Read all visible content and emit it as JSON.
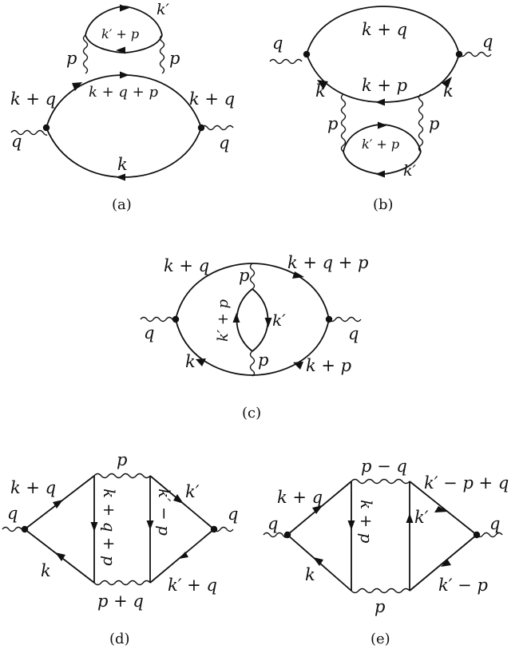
{
  "diagrams": {
    "a": {
      "caption": "(a)",
      "labels": {
        "kprime": "k′",
        "kprime_p": "k′ + p",
        "p_left": "p",
        "p_right": "p",
        "kq_left": "k + q",
        "kqp": "k + q + p",
        "kq_right": "k + q",
        "q_left": "q",
        "q_right": "q",
        "k": "k"
      }
    },
    "b": {
      "caption": "(b)",
      "labels": {
        "kq": "k + q",
        "q_left": "q",
        "q_right": "q",
        "k_left": "k",
        "kp": "k + p",
        "k_right": "k",
        "p_left": "p",
        "p_right": "p",
        "kprime_p": "k′ + p",
        "kprime": "k′"
      }
    },
    "c": {
      "caption": "(c)",
      "labels": {
        "kq": "k + q",
        "kqp": "k + q + p",
        "p_top": "p",
        "kprime_p": "k′ + p",
        "kprime": "k′",
        "q_left": "q",
        "q_right": "q",
        "k": "k",
        "p_bottom": "p",
        "kp": "k + p"
      }
    },
    "d": {
      "caption": "(d)",
      "labels": {
        "p_top": "p",
        "kq": "k + q",
        "kqp": "k + q + p",
        "kprime_mp": "k′ − p",
        "kprime": "k′",
        "q_left": "q",
        "q_right": "q",
        "k": "k",
        "pq_bottom": "p + q",
        "kprime_q": "k′ + q"
      }
    },
    "e": {
      "caption": "(e)",
      "labels": {
        "pmq_top": "p − q",
        "kprime_pq": "k′ − p + q",
        "kq": "k + q",
        "q_left": "q",
        "q_right": "q",
        "kp": "k + p",
        "kprime": "k′",
        "k": "k",
        "p_bottom": "p",
        "kprime_mp": "k′ − p"
      }
    }
  }
}
